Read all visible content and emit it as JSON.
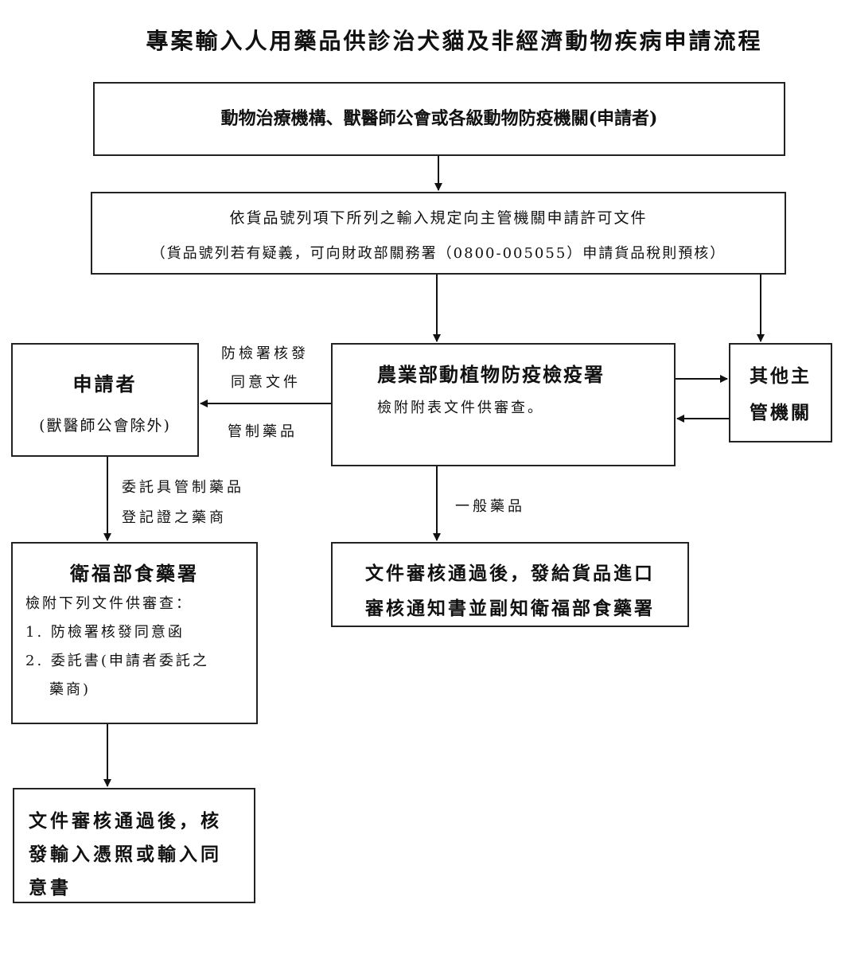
{
  "title": "專案輸入人用藥品供診治犬貓及非經濟動物疾病申請流程",
  "nodes": {
    "applicant_org": {
      "text": "動物治療機構、獸醫師公會或各級動物防疫機關(申請者)"
    },
    "apply_permit": {
      "line1": "依貨品號列項下所列之輸入規定向主管機關申請許可文件",
      "line2": "（貨品號列若有疑義，可向財政部關務署（0800-005055）申請貨品稅則預核）"
    },
    "applicant": {
      "title": "申請者",
      "note": "(獸醫師公會除外)"
    },
    "aphia": {
      "title": "農業部動植物防疫檢疫署",
      "note": "檢附附表文件供審查。"
    },
    "other_authority": {
      "line1": "其他主",
      "line2": "管機關"
    },
    "fda": {
      "title": "衛福部食藥署",
      "intro": "檢附下列文件供審查：",
      "items": [
        "1. 防檢署核發同意函",
        "2. 委託書(申請者委託之",
        "藥商)"
      ]
    },
    "general_result": {
      "line1": "文件審核通過後，發給貨品進口",
      "line2": "審核通知書並副知衛福部食藥署"
    },
    "controlled_result": {
      "line1": "文件審核通過後，核",
      "line2": "發輸入憑照或輸入同",
      "line3": "意書"
    }
  },
  "edge_labels": {
    "aphia_to_applicant_top1": "防檢署核發",
    "aphia_to_applicant_top2": "同意文件",
    "aphia_to_applicant_bottom": "管制藥品",
    "applicant_to_fda1": "委託具管制藥品",
    "applicant_to_fda2": "登記證之藥商",
    "aphia_to_general": "一般藥品"
  }
}
